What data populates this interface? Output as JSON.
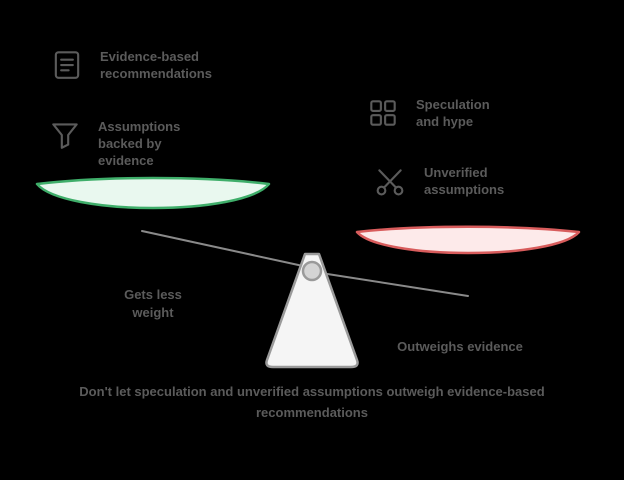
{
  "theme": {
    "background": "#000000",
    "text_color": "#5b5b5b",
    "green_stroke": "#3fae6a",
    "green_fill": "#e9f8ef",
    "red_stroke": "#d85c5c",
    "red_fill": "#fdeaea",
    "fulcrum_fill": "#f5f5f5",
    "fulcrum_stroke": "#9a9a9a",
    "knob_fill": "#d4d4d4",
    "beam_color": "#8a8a8a"
  },
  "scale": {
    "left_pan": {
      "color": "#3fae6a",
      "items": [
        {
          "icon": "document-icon",
          "lines": [
            "Evidence-based",
            "recommendations"
          ]
        },
        {
          "icon": "filter-icon",
          "lines": [
            "Assumptions",
            "backed by",
            "evidence"
          ]
        }
      ],
      "annotation": {
        "lines": [
          "Gets less",
          "weight"
        ]
      }
    },
    "right_pan": {
      "color": "#d85c5c",
      "items": [
        {
          "icon": "grid-icon",
          "lines": [
            "Speculation",
            "and hype"
          ]
        },
        {
          "icon": "scissors-icon",
          "lines": [
            "Unverified",
            "assumptions"
          ]
        }
      ],
      "annotation": {
        "lines": [
          "Outweighs evidence"
        ]
      }
    }
  },
  "caption": {
    "lines": [
      "Don't let speculation and unverified assumptions outweigh evidence-based",
      "recommendations"
    ]
  }
}
